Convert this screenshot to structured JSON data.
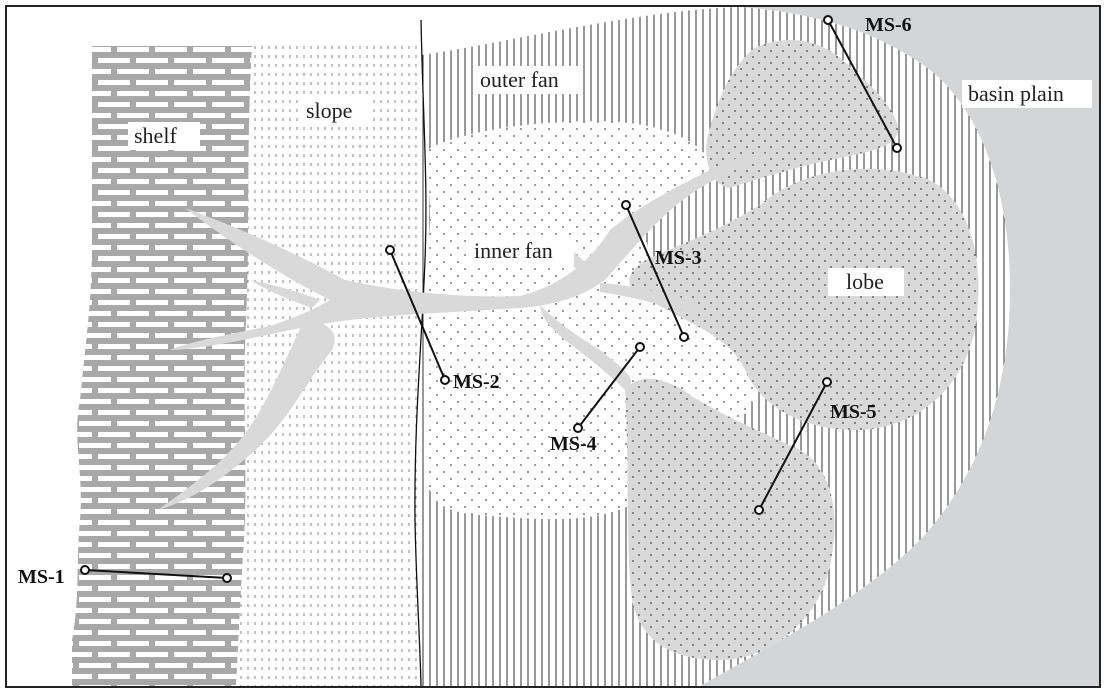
{
  "zones": {
    "shelf": "shelf",
    "slope": "slope",
    "outer_fan": "outer fan",
    "inner_fan": "inner fan",
    "lobe": "lobe",
    "basin_plain": "basin plain"
  },
  "sections": {
    "ms1": "MS-1",
    "ms2": "MS-2",
    "ms3": "MS-3",
    "ms4": "MS-4",
    "ms5": "MS-5",
    "ms6": "MS-6"
  },
  "colors": {
    "basin_fill": "#d4d5d7",
    "channel_fill": "#d9d9d9",
    "brick_stroke": "#a8a8a8",
    "line": "#111111"
  }
}
